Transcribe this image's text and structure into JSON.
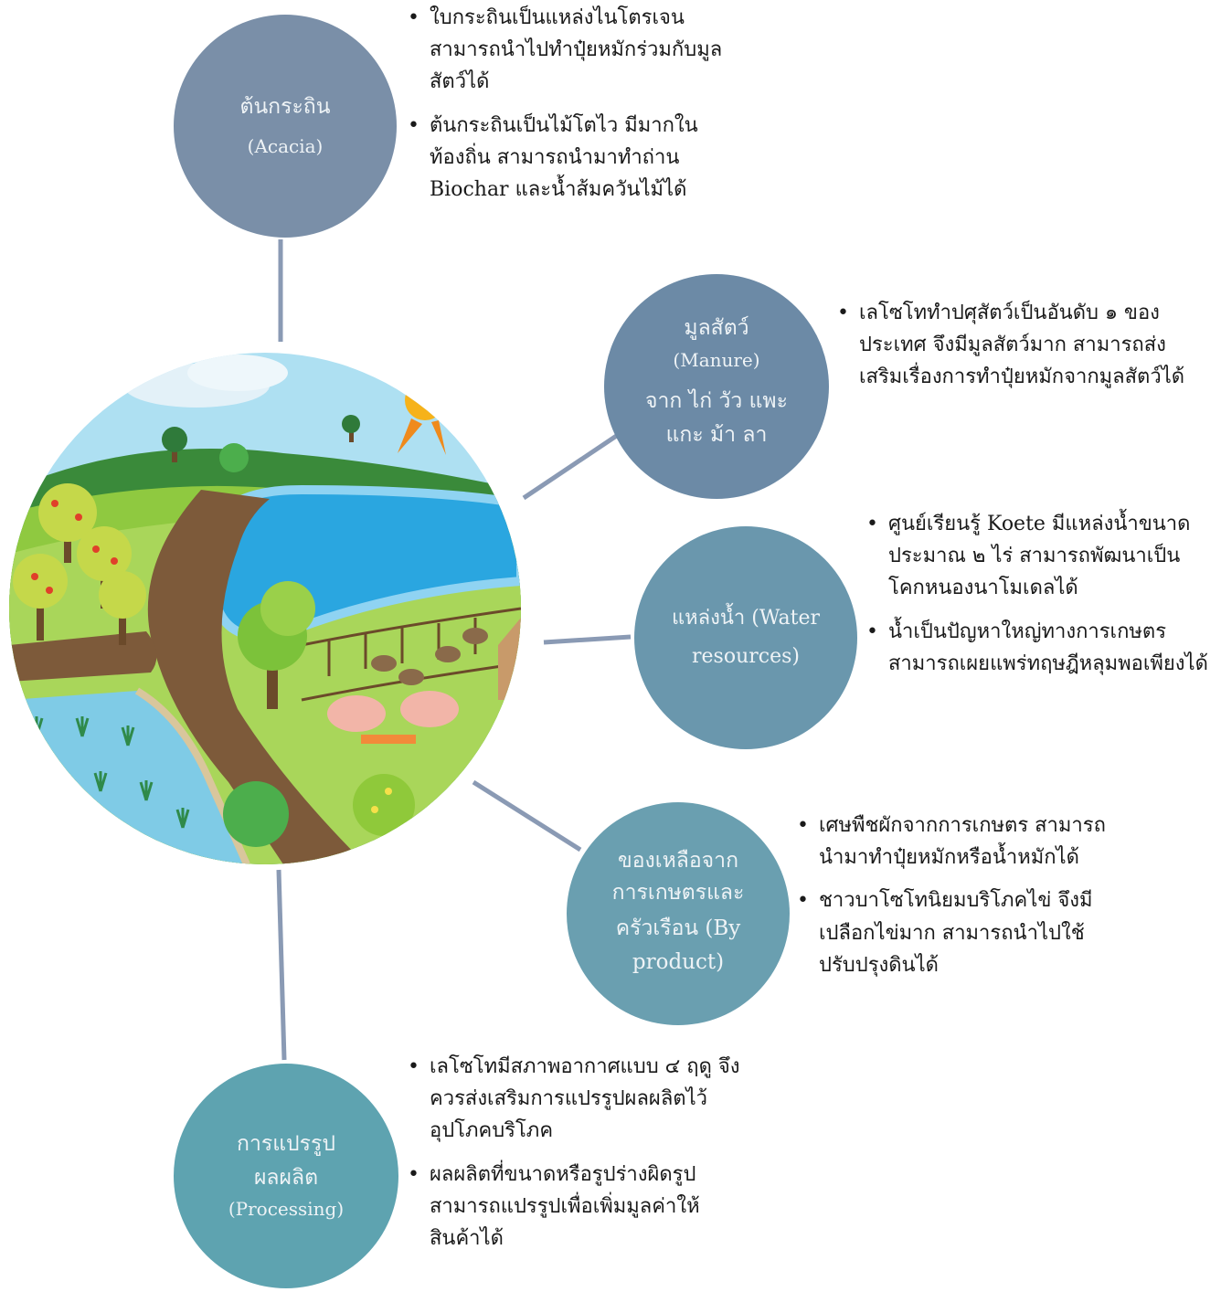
{
  "colors": {
    "acacia": "#7a8fa8",
    "manure": "#6c8aa6",
    "water": "#6a97ad",
    "byproduct": "#6a9fb0",
    "processing": "#5ea3b0",
    "connector": "#8a9ab4"
  },
  "nodes": {
    "acacia": {
      "line1": "ต้นกระถิน",
      "line2": "(Acacia)"
    },
    "manure": {
      "line1": "มูลสัตว์",
      "line2": "(Manure)",
      "line3": "จาก ไก่ วัว แพะ แกะ ม้า ลา"
    },
    "water": {
      "line1": "แหล่งน้ำ (Water resources)"
    },
    "byproduct": {
      "line1": "ของเหลือจาก",
      "line2": "การเกษตรและ",
      "line3": "ครัวเรือน (By product)"
    },
    "processing": {
      "line1": "การแปรรูป",
      "line2": "ผลผลิต",
      "line3": "(Processing)"
    }
  },
  "notes": {
    "acacia": [
      "ใบกระถินเป็นแหล่งไนโตรเจน สามารถนำไปทำปุ๋ยหมักร่วมกับมูลสัตว์ได้",
      "ต้นกระถินเป็นไม้โตไว มีมากในท้องถิ่น สามารถนำมาทำถ่าน Biochar และน้ำส้มควันไม้ได้"
    ],
    "manure": [
      "เลโซโททำปศุสัตว์เป็นอันดับ ๑ ของประเทศ จึงมีมูลสัตว์มาก สามารถส่งเสริมเรื่องการทำปุ๋ยหมักจากมูลสัตว์ได้"
    ],
    "water": [
      "ศูนย์เรียนรู้ Koete มีแหล่งน้ำขนาดประมาณ ๒ ไร่ สามารถพัฒนาเป็นโคกหนองนาโมเดลได้",
      "น้ำเป็นปัญหาใหญ่ทางการเกษตร สามารถเผยแพร่ทฤษฎีหลุมพอเพียงได้"
    ],
    "byproduct": [
      "เศษพืชผักจากการเกษตร สามารถนำมาทำปุ๋ยหมักหรือน้ำหมักได้",
      "ชาวบาโซโทนิยมบริโภคไข่ จึงมีเปลือกไข่มาก สามารถนำไปใช้ปรับปรุงดินได้"
    ],
    "processing": [
      "เลโซโทมีสภาพอากาศแบบ ๔ ฤดู จึงควรส่งเสริมการแปรรูปผลผลิตไว้อุปโภคบริโภค",
      "ผลผลิตที่ขนาดหรือรูปร่างผิดรูป สามารถแปรรูปเพื่อเพิ่มมูลค่าให้สินค้าได้"
    ]
  },
  "bullet": "•"
}
